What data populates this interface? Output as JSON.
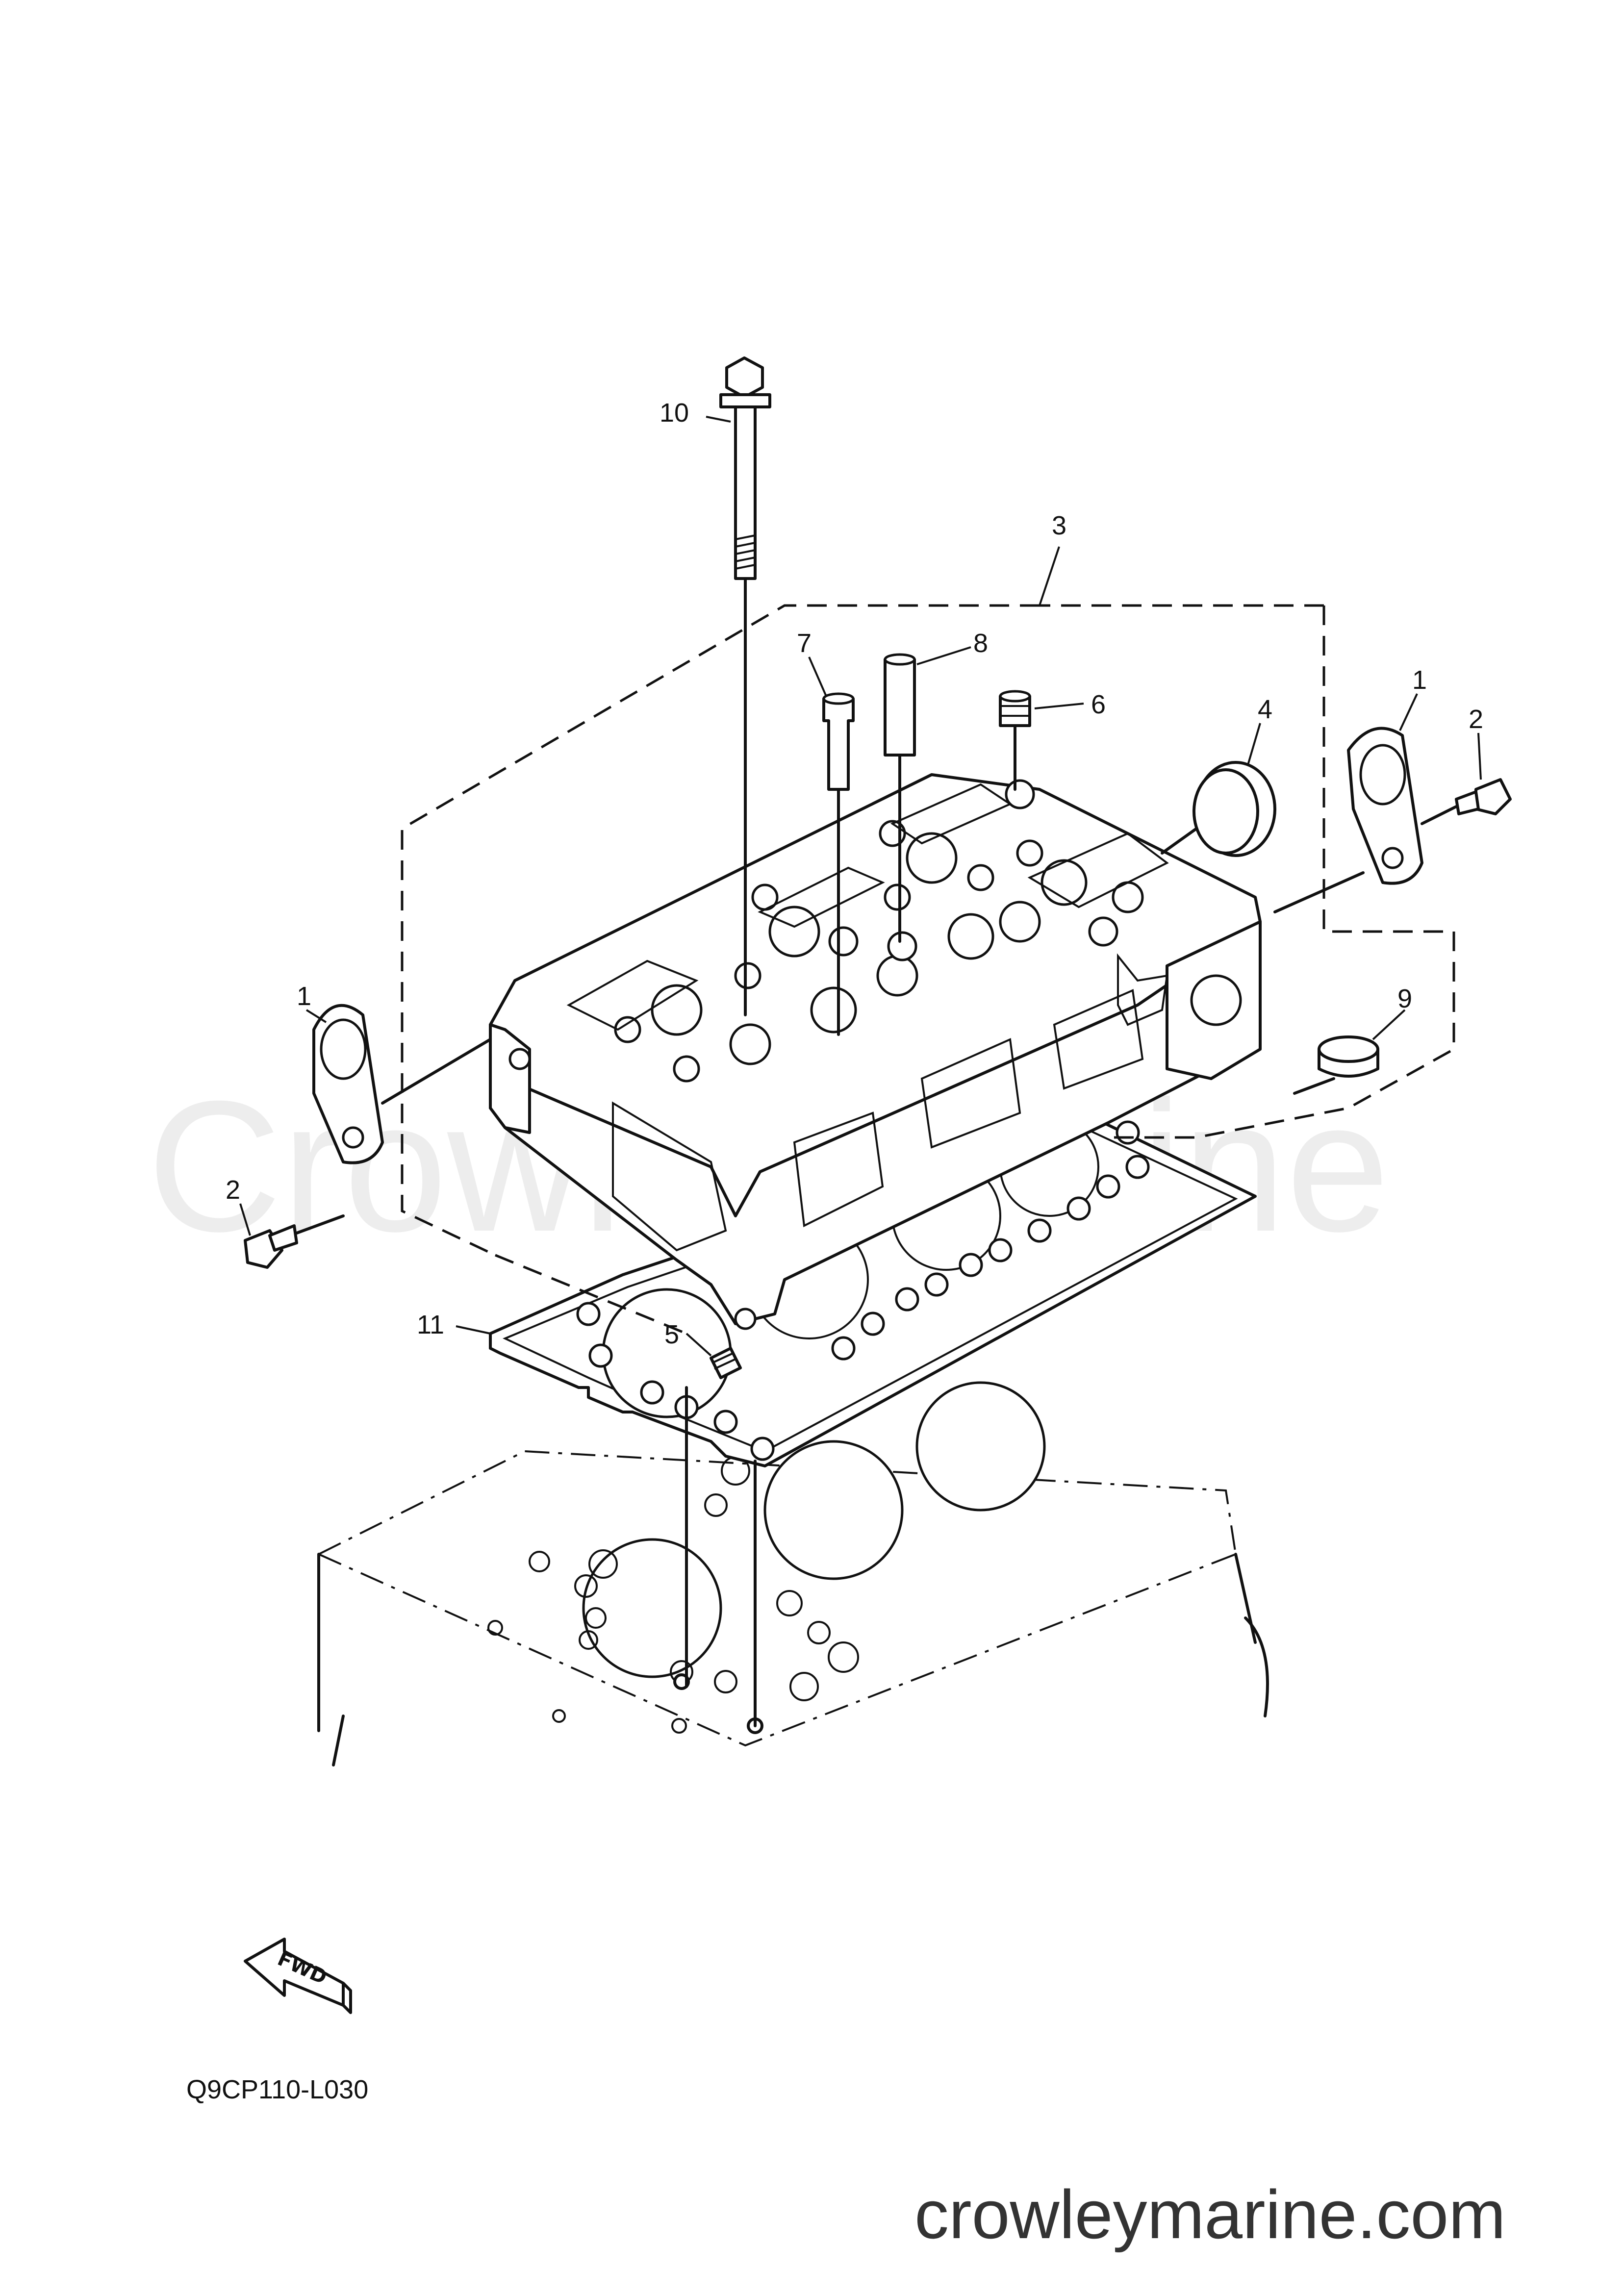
{
  "diagram": {
    "watermark": "CrowleyMarine",
    "callouts": {
      "c1_left": "1",
      "c1_right": "1",
      "c2_left": "2",
      "c2_right": "2",
      "c3": "3",
      "c4": "4",
      "c5": "5",
      "c6": "6",
      "c7": "7",
      "c8": "8",
      "c9": "9",
      "c10": "10",
      "c11": "11"
    },
    "fwd_label": "FWD",
    "diagram_code": "Q9CP110-L030",
    "site_url": "crowleymarine.com"
  }
}
